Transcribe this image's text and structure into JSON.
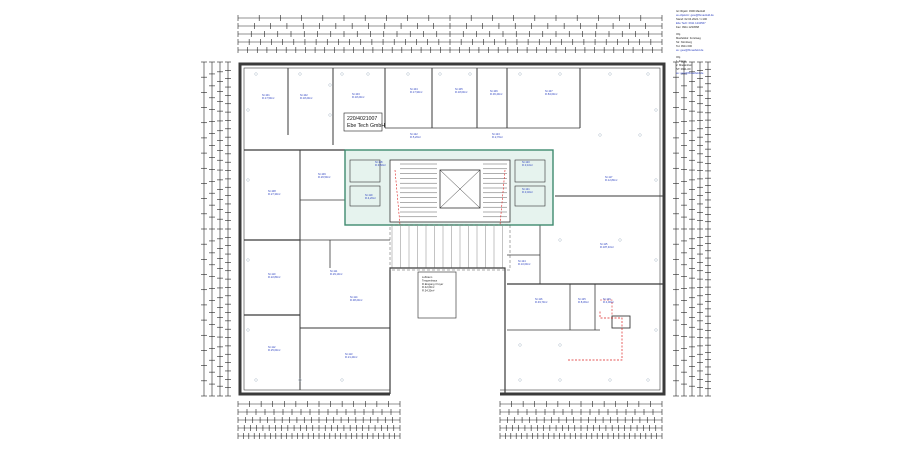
{
  "callout": {
    "line1": "220/4021007",
    "line2": "Ebe Tech GmbH"
  },
  "legend": {
    "lines": [
      {
        "text": "Ist Objekt: 0300 Maxfeld",
        "link": false
      },
      {
        "text": "ax.objektnr: gew@fbmaxfeld.de",
        "link": true
      },
      {
        "text": "Stand: 02.04.2024 / 1:100",
        "link": false
      },
      {
        "text": "Ebe Tech: 0911 1234567",
        "link": true
      },
      {
        "text": "Fax: 0911 1234568",
        "link": false
      },
      {
        "text": "",
        "link": false
      },
      {
        "text": "Obj.",
        "link": false
      },
      {
        "text": "Maxfeldstr. Forstweg",
        "link": false
      },
      {
        "text": "Str. Nürnberg",
        "link": false
      },
      {
        "text": "Tel. 0911 000",
        "link": false
      },
      {
        "text": "ax: gew@fbmaxfeld.de",
        "link": true
      },
      {
        "text": "",
        "link": false
      },
      {
        "text": "Obj.",
        "link": false
      },
      {
        "text": "1. Etage",
        "link": false
      },
      {
        "text": "2. Mieteinheit",
        "link": false
      },
      {
        "text": "NT: 0911-00",
        "link": false
      },
      {
        "text": "ax: gew@fbmaxfeld.de",
        "link": true
      }
    ]
  },
  "rooms": [
    {
      "id": "r1",
      "lines": [
        "Nr.101",
        "Fl.17,50m²"
      ]
    },
    {
      "id": "r2",
      "lines": [
        "Nr.102",
        "Fl.18,20m²"
      ]
    },
    {
      "id": "r3",
      "lines": [
        "Nr.103",
        "Fl.18,20m²"
      ]
    },
    {
      "id": "r4",
      "lines": [
        "Nr.104",
        "Fl.17,90m²"
      ]
    },
    {
      "id": "r5",
      "lines": [
        "Nr.105",
        "Fl.18,00m²"
      ]
    },
    {
      "id": "r6",
      "lines": [
        "Nr.106",
        "Fl.36,40m²"
      ]
    },
    {
      "id": "r7",
      "lines": [
        "Nr.107",
        "Fl.84,60m²"
      ]
    },
    {
      "id": "r8",
      "lines": [
        "Nr.108",
        "Fl.27,30m²"
      ]
    },
    {
      "id": "r9",
      "lines": [
        "Nr.109",
        "Fl.26,50m²"
      ]
    },
    {
      "id": "r10",
      "lines": [
        "Nr.110",
        "Fl.22,80m²"
      ]
    },
    {
      "id": "r11",
      "lines": [
        "Nr.111",
        "Fl.29,10m²"
      ]
    },
    {
      "id": "r12",
      "lines": [
        "Nr.112",
        "Fl.25,60m²"
      ]
    },
    {
      "id": "r13",
      "lines": [
        "Nr.113",
        "Fl.21,40m²"
      ]
    },
    {
      "id": "r14",
      "lines": [
        "Nr.114",
        "Fl.38,20m²"
      ]
    },
    {
      "id": "r15",
      "lines": [
        "Nr.115",
        "Fl.187,40m²"
      ]
    },
    {
      "id": "r16",
      "lines": [
        "Nr.116",
        "Fl.49,70m²"
      ]
    },
    {
      "id": "r17",
      "lines": [
        "Nr.117",
        "Fl.12,80m²"
      ]
    },
    {
      "id": "r18",
      "lines": [
        "Nr.118",
        "Fl.9,60m²"
      ]
    },
    {
      "id": "r19",
      "lines": [
        "Nr.119",
        "Fl.4,20m²"
      ]
    },
    {
      "id": "r20",
      "lines": [
        "Nr.120",
        "Fl.3,10m²"
      ]
    },
    {
      "id": "r21",
      "lines": [
        "Nr.121",
        "Fl.3,40m²"
      ]
    },
    {
      "id": "r22",
      "lines": [
        "Nr.122",
        "Fl.5,20m²"
      ]
    },
    {
      "id": "r23",
      "lines": [
        "Nr.123",
        "Fl.2,70m²"
      ]
    },
    {
      "id": "r24",
      "lines": [
        "Nr.124",
        "Fl.10,60m²"
      ]
    },
    {
      "id": "r25",
      "lines": [
        "Nr.125",
        "Fl.8,30m²"
      ]
    },
    {
      "id": "r26",
      "lines": [
        "Nr.126",
        "Fl.4,90m²"
      ]
    }
  ],
  "central_box": {
    "lines": [
      "Luftraum",
      "",
      "Treppenhaus",
      "Fl.Eingang / Foyer",
      "Fl.42,00m²",
      "Fl.54,30m²"
    ]
  }
}
